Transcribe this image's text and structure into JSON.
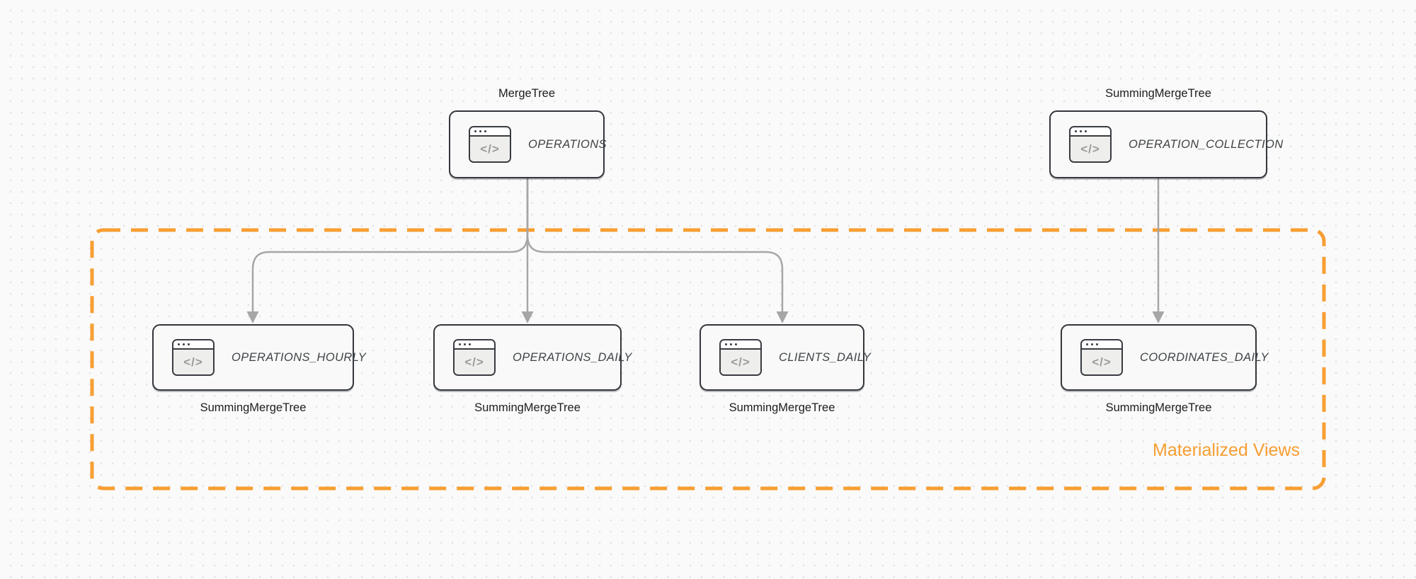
{
  "group": {
    "label": "Materialized Views"
  },
  "icon": {
    "glyph": "</>"
  },
  "nodes": [
    {
      "name": "OPERATIONS",
      "engine": "MergeTree"
    },
    {
      "name": "OPERATION_COLLECTION",
      "engine": "SummingMergeTree"
    },
    {
      "name": "OPERATIONS_HOURLY",
      "engine": "SummingMergeTree"
    },
    {
      "name": "OPERATIONS_DAILY",
      "engine": "SummingMergeTree"
    },
    {
      "name": "CLIENTS_DAILY",
      "engine": "SummingMergeTree"
    },
    {
      "name": "COORDINATES_DAILY",
      "engine": "SummingMergeTree"
    }
  ],
  "colors": {
    "accent_orange": "#f79e32",
    "node_border": "#33363b",
    "arrow_gray": "#a6a6a6",
    "canvas_bg": "#fafafa"
  }
}
